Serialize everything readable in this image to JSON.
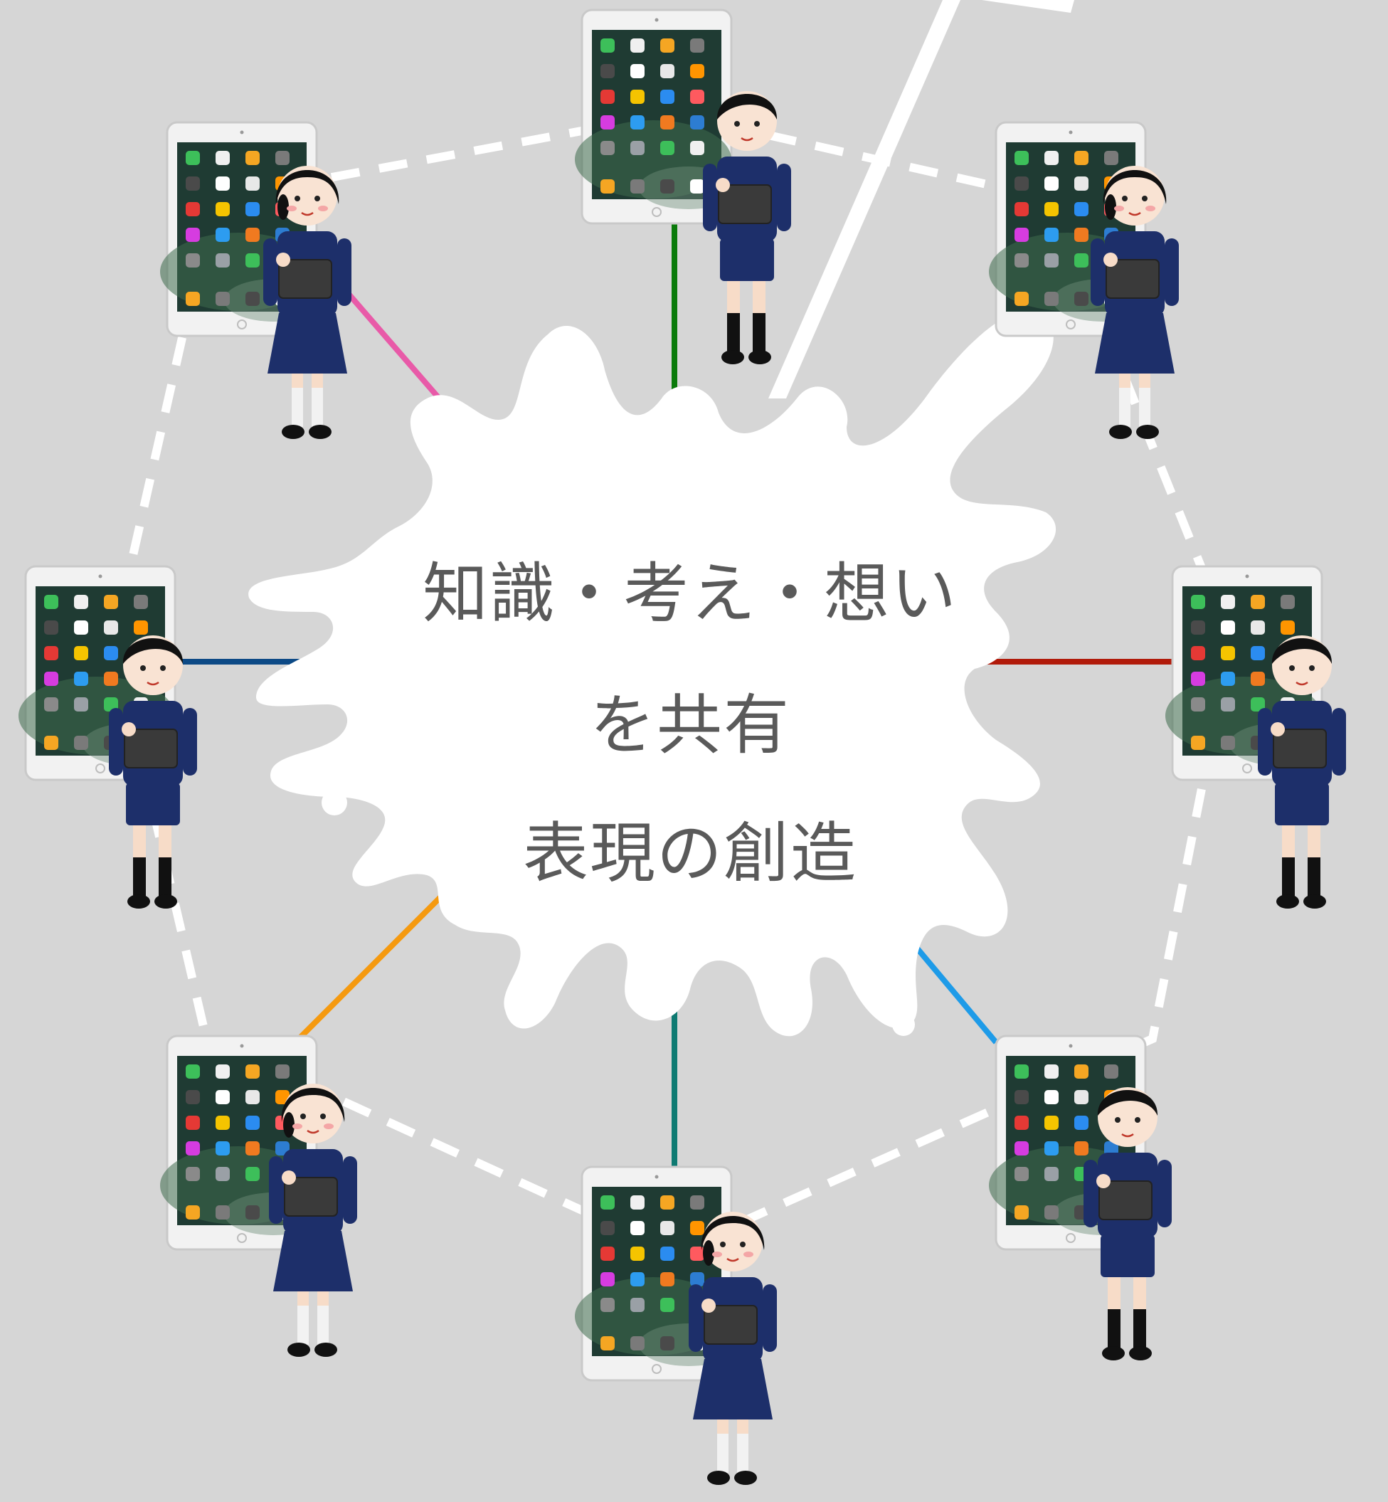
{
  "center_text": {
    "line1": "知識・考え・想い",
    "line2": "を共有",
    "line3": "表現の創造"
  },
  "colors": {
    "background": "#d6d6d6",
    "splash": "#ffffff",
    "text": "#5a5a5a",
    "dashed_ring": "#ffffff"
  },
  "nodes": [
    {
      "id": "top",
      "student": "boy",
      "connector_color": "#0a7a0a"
    },
    {
      "id": "top-right",
      "student": "girl",
      "connector_color": "#a0155a"
    },
    {
      "id": "right",
      "student": "boy",
      "connector_color": "#b11a0a"
    },
    {
      "id": "bottom-right",
      "student": "boy",
      "connector_color": "#1e9be8"
    },
    {
      "id": "bottom",
      "student": "girl",
      "connector_color": "#0e7a72"
    },
    {
      "id": "bottom-left",
      "student": "girl",
      "connector_color": "#f59a10"
    },
    {
      "id": "left",
      "student": "boy",
      "connector_color": "#0d4a86"
    },
    {
      "id": "top-left",
      "student": "girl",
      "connector_color": "#e85aa8"
    }
  ],
  "app_icon_colors": [
    "#3dbf5a",
    "#f0f0f0",
    "#f5a623",
    "#7a7a7a",
    "#4a4a4a",
    "#ffffff",
    "#e8e8e8",
    "#ff9500",
    "#e53935",
    "#f5c400",
    "#2b8cf0",
    "#ff5a5f",
    "#d63ce0",
    "#2d9cf0",
    "#f07a20",
    "#2d7dd2",
    "#8a8a8a",
    "#9aa0a6"
  ]
}
